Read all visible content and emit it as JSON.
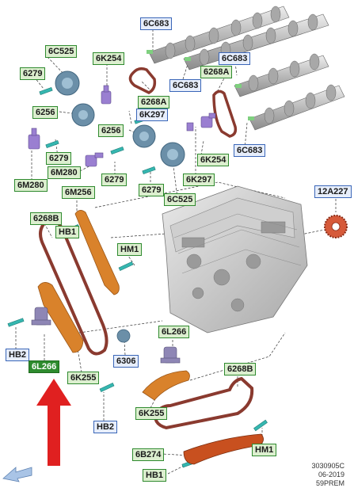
{
  "callouts": {
    "c6c683_top": "6C683",
    "c6c525_top": "6C525",
    "c6k254_top": "6K254",
    "c6279_a": "6279",
    "c6268a_left": "6268A",
    "c6c683_mid": "6C683",
    "c6c683_right": "6C683",
    "c6268a_right": "6268A",
    "c6256_left": "6256",
    "c6k297_top": "6K297",
    "c6256_mid": "6256",
    "c6279_b": "6279",
    "c6m280_mid": "6M280",
    "c6279_c": "6279",
    "c6c683_low": "6C683",
    "c6k254_low": "6K254",
    "c6m280_left": "6M280",
    "c6279_d": "6279",
    "c6k297_low": "6K297",
    "c6c525_low": "6C525",
    "c12a227": "12A227",
    "c6m256": "6M256",
    "c6268b_left": "6268B",
    "chb1_top": "HB1",
    "chm1_mid": "HM1",
    "c6l266_right": "6L266",
    "c6306": "6306",
    "chb2_left": "HB2",
    "c6l266_left": "6L266",
    "c6k255_left": "6K255",
    "c6268b_right": "6268B",
    "c6k255_right": "6K255",
    "chb2_low": "HB2",
    "c6b274": "6B274",
    "chm1_low": "HM1",
    "chb1_low": "HB1"
  },
  "footer": {
    "ref": "3030905C",
    "date": "06-2019",
    "code": "59PREM"
  },
  "colors": {
    "callout_blue_border": "#3a66b8",
    "callout_green_border": "#2f8a2f",
    "chain": "#8a3a2f",
    "guide": "#d9822b",
    "bolt": "#35b7b0",
    "phaser": "#6b8fa8",
    "sensor": "#9a7fd1",
    "sprocket": "#d65a3a",
    "arrow": "#e02020"
  }
}
